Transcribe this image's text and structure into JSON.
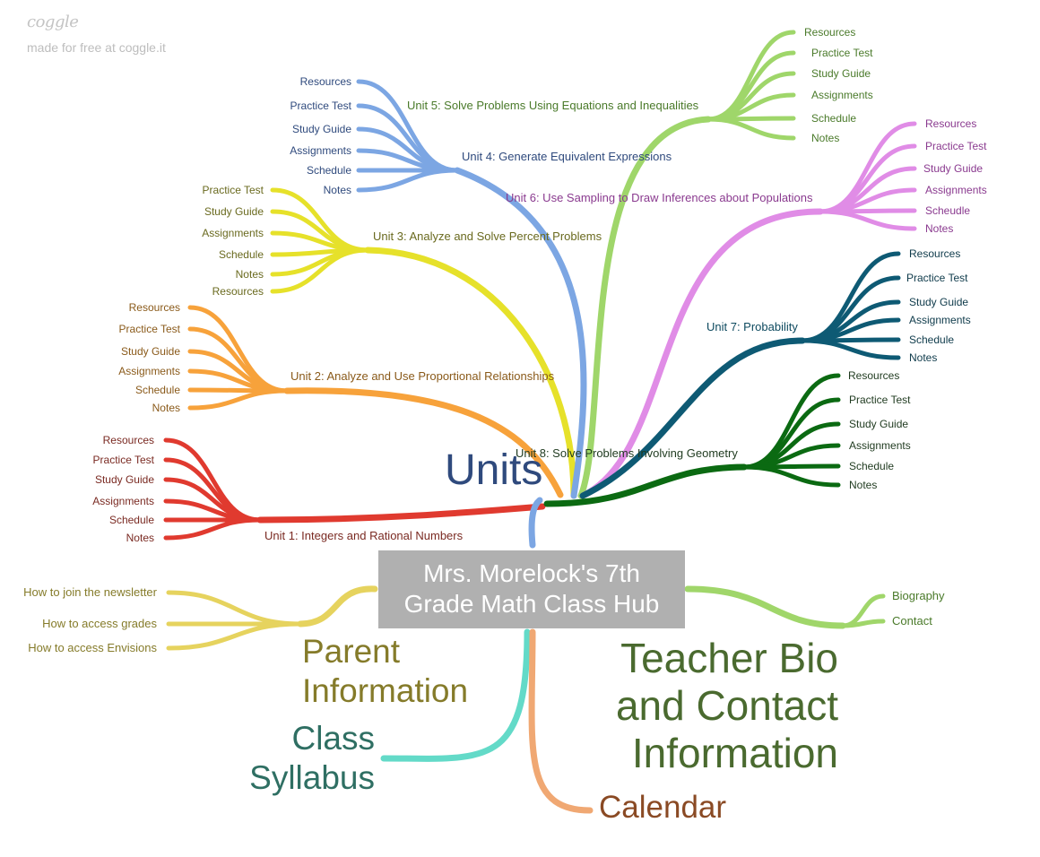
{
  "brand": {
    "logo": "coggle",
    "tagline": "made for free at coggle.it"
  },
  "root": {
    "line1": "Mrs. Morelock's 7th",
    "line2": "Grade Math Class Hub"
  },
  "branches": {
    "units": "Units",
    "parent": [
      "Parent",
      "Information"
    ],
    "syllabus": [
      "Class",
      "Syllabus"
    ],
    "teacher": [
      "Teacher Bio",
      "and Contact",
      "Information"
    ],
    "calendar": "Calendar"
  },
  "colors": {
    "unit1": "#e03a2f",
    "unit2": "#f7a23b",
    "unit3": "#e6e12a",
    "unit4": "#7ca6e3",
    "unit5": "#9fd66a",
    "unit6": "#e08ce6",
    "unit7": "#0e5a74",
    "unit8": "#0b6a12",
    "parent": "#e6d35e",
    "syllabus": "#63dac8",
    "teacher": "#a0d66a",
    "calendar": "#f0a873"
  },
  "units": [
    {
      "title": "Unit 1: Integers and Rational Numbers",
      "items": [
        "Resources",
        "Practice Test",
        "Study Guide",
        "Assignments",
        "Schedule",
        "Notes"
      ]
    },
    {
      "title": "Unit 2: Analyze and Use Proportional Relationships",
      "items": [
        "Resources",
        "Practice Test",
        "Study Guide",
        "Assignments",
        "Schedule",
        "Notes"
      ]
    },
    {
      "title": "Unit 3: Analyze and Solve Percent Problems",
      "items": [
        "Practice Test",
        "Study Guide",
        "Assignments",
        "Schedule",
        "Notes",
        "Resources"
      ]
    },
    {
      "title": "Unit 4: Generate Equivalent Expressions",
      "items": [
        "Resources",
        "Practice Test",
        "Study Guide",
        "Assignments",
        "Schedule",
        "Notes"
      ]
    },
    {
      "title": "Unit 5: Solve Problems Using Equations and Inequalities",
      "items": [
        "Resources",
        "Practice Test",
        "Study Guide",
        "Assignments",
        "Schedule",
        "Notes"
      ]
    },
    {
      "title": "Unit 6: Use Sampling to Draw Inferences about Populations",
      "items": [
        "Resources",
        "Practice Test",
        "Study Guide",
        "Assignments",
        "Scheudle",
        "Notes"
      ]
    },
    {
      "title": "Unit 7: Probability",
      "items": [
        "Resources",
        "Practice Test",
        "Study Guide",
        "Assignments",
        "Schedule",
        "Notes"
      ]
    },
    {
      "title": "Unit 8: Solve Problems Involving Geometry",
      "items": [
        "Resources",
        "Practice Test",
        "Study Guide",
        "Assignments",
        "Schedule",
        "Notes"
      ]
    }
  ],
  "parent_items": [
    "How to join the newsletter",
    "How to access grades",
    "How to access Envisions"
  ],
  "teacher_items": [
    "Biography",
    "Contact"
  ]
}
